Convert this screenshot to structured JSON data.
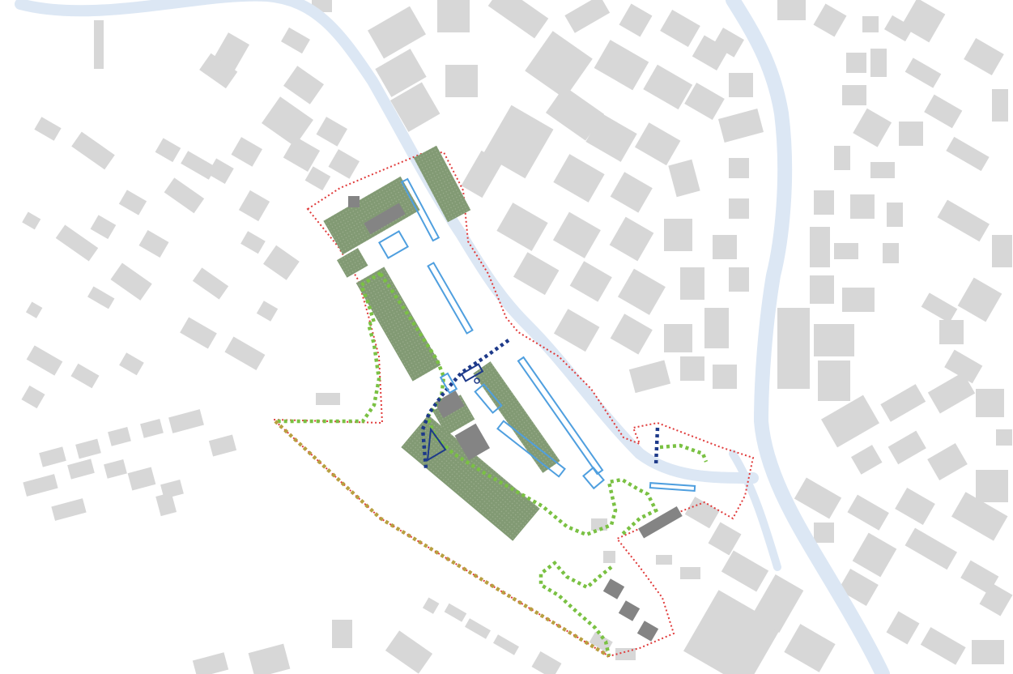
{
  "map": {
    "colors": {
      "background": "#ffffff",
      "building": "#d7d7d7",
      "river": "#dce7f4",
      "site_building": "#829a74",
      "site_building_dark": "#848484",
      "site_boundary": "#e03a3a",
      "green_route": "#7ac143",
      "blue_route": "#1e3a8a",
      "outlined_structure": "#4f9fdf"
    },
    "layers": [
      "buildings",
      "river",
      "site-buildings",
      "site-boundary",
      "green-routes",
      "blue-routes",
      "outlined-structures"
    ]
  }
}
